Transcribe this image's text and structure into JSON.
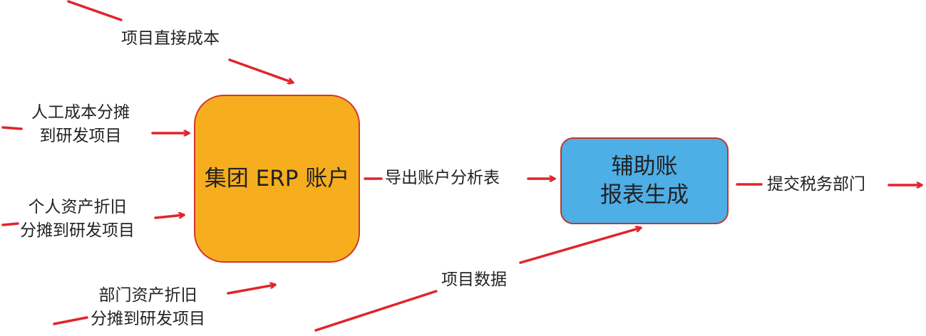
{
  "colors": {
    "arrow": "#e0242b",
    "erp_fill": "#f6ae1f",
    "report_fill": "#4eaee6",
    "text": "#222222"
  },
  "nodes": {
    "erp_account": "集团 ERP 账户",
    "report": {
      "line1": "辅助账",
      "line2": "报表生成"
    }
  },
  "flows": {
    "direct_cost": "项目直接成本",
    "labor_cost": {
      "line1": "人工成本分摊",
      "line2": "到研发项目"
    },
    "personal_depreciation": {
      "line1": "个人资产折旧",
      "line2": "分摊到研发项目"
    },
    "dept_depreciation": {
      "line1": "部门资产折旧",
      "line2": "分摊到研发项目"
    },
    "export_analysis": "导出账户分析表",
    "project_data": "项目数据",
    "submit_tax": "提交税务部门"
  }
}
